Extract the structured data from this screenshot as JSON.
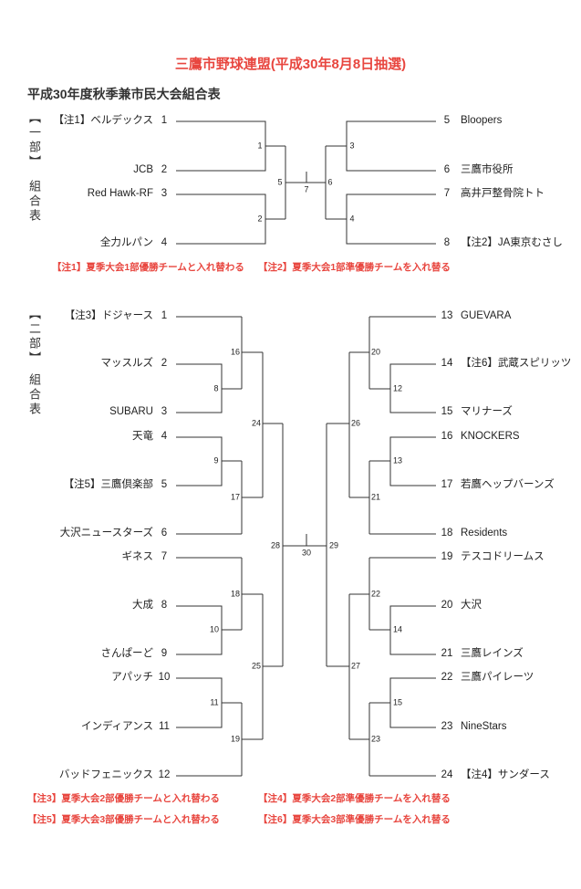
{
  "header": {
    "title": "三鷹市野球連盟(平成30年8月8日抽選)",
    "subtitle": "平成30年度秋季兼市民大会組合表"
  },
  "colors": {
    "accent_red": "#e8463f",
    "text": "#222222",
    "line": "#333333"
  },
  "division1": {
    "label_bracket": "【一部】",
    "label_text": "組合表",
    "left_teams": [
      {
        "seed": "1",
        "name": "【注1】ベルデックス"
      },
      {
        "seed": "2",
        "name": "JCB"
      },
      {
        "seed": "3",
        "name": "Red Hawk-RF"
      },
      {
        "seed": "4",
        "name": "全力ルパン"
      }
    ],
    "right_teams": [
      {
        "seed": "5",
        "name": "Bloopers"
      },
      {
        "seed": "6",
        "name": "三鷹市役所"
      },
      {
        "seed": "7",
        "name": "高井戸整骨院トト"
      },
      {
        "seed": "8",
        "name": "【注2】JA東京むさし"
      }
    ],
    "matches": [
      "1",
      "2",
      "3",
      "4",
      "5",
      "6",
      "7"
    ],
    "notes": [
      "【注1】夏季大会1部優勝チームと入れ替わる",
      "【注2】夏季大会1部準優勝チームを入れ替る"
    ]
  },
  "division2": {
    "label_bracket": "【二部】",
    "label_text": "組合表",
    "left_teams": [
      {
        "seed": "1",
        "name": "【注3】ドジャース"
      },
      {
        "seed": "2",
        "name": "マッスルズ"
      },
      {
        "seed": "3",
        "name": "SUBARU"
      },
      {
        "seed": "4",
        "name": "天竜"
      },
      {
        "seed": "5",
        "name": "【注5】三鷹倶楽部"
      },
      {
        "seed": "6",
        "name": "大沢ニュースターズ"
      },
      {
        "seed": "7",
        "name": "ギネス"
      },
      {
        "seed": "8",
        "name": "大成"
      },
      {
        "seed": "9",
        "name": "さんぱーど"
      },
      {
        "seed": "10",
        "name": "アパッチ"
      },
      {
        "seed": "11",
        "name": "インディアンス"
      },
      {
        "seed": "12",
        "name": "バッドフェニックス"
      }
    ],
    "right_teams": [
      {
        "seed": "13",
        "name": "GUEVARA"
      },
      {
        "seed": "14",
        "name": "【注6】武蔵スピリッツ"
      },
      {
        "seed": "15",
        "name": "マリナーズ"
      },
      {
        "seed": "16",
        "name": "KNOCKERS"
      },
      {
        "seed": "17",
        "name": "若鷹ヘップバーンズ"
      },
      {
        "seed": "18",
        "name": "Residents"
      },
      {
        "seed": "19",
        "name": "テスコドリームス"
      },
      {
        "seed": "20",
        "name": "大沢"
      },
      {
        "seed": "21",
        "name": "三鷹レインズ"
      },
      {
        "seed": "22",
        "name": "三鷹パイレーツ"
      },
      {
        "seed": "23",
        "name": "NineStars"
      },
      {
        "seed": "24",
        "name": "【注4】サンダース"
      }
    ],
    "matches": [
      "8",
      "9",
      "10",
      "11",
      "12",
      "13",
      "14",
      "15",
      "16",
      "17",
      "18",
      "19",
      "20",
      "21",
      "22",
      "23",
      "24",
      "25",
      "26",
      "27",
      "28",
      "29",
      "30"
    ],
    "notes": [
      "【注3】夏季大会2部優勝チームと入れ替わる",
      "【注4】夏季大会2部準優勝チームを入れ替る",
      "【注5】夏季大会3部優勝チームと入れ替わる",
      "【注6】夏季大会3部準優勝チームを入れ替る"
    ]
  }
}
